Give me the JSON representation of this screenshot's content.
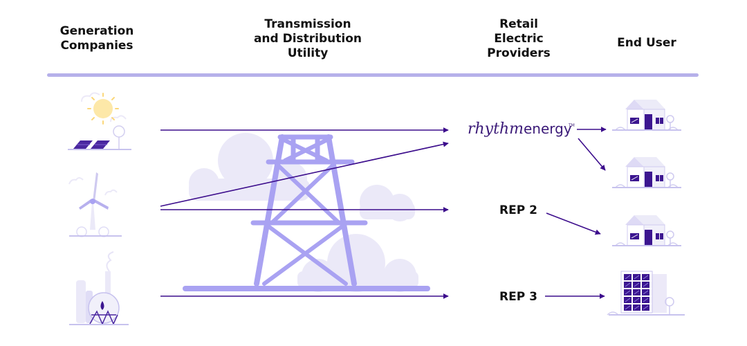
{
  "headers": {
    "generation": "Generation\nCompanies",
    "transmission": "Transmission\nand Distribution\nUtility",
    "retail": "Retail\nElectric\nProviders",
    "end_user": "End User"
  },
  "retailers": {
    "rep1_logo_script": "rhythm",
    "rep1_logo_word": "energy",
    "rep2": "REP 2",
    "rep3": "REP 3"
  },
  "icons": {
    "generation": [
      "solar-farm-icon",
      "wind-turbine-icon",
      "power-plant-icon"
    ],
    "transmission": "transmission-tower-icon",
    "end_user": [
      "house-icon",
      "house-icon",
      "house-icon",
      "office-building-icon"
    ]
  },
  "colors": {
    "arrow": "#3c0d8c",
    "tower": "#a9a2f2",
    "cloud": "#ebe9f8",
    "rule": "#b6b0ea",
    "text": "#111111"
  }
}
